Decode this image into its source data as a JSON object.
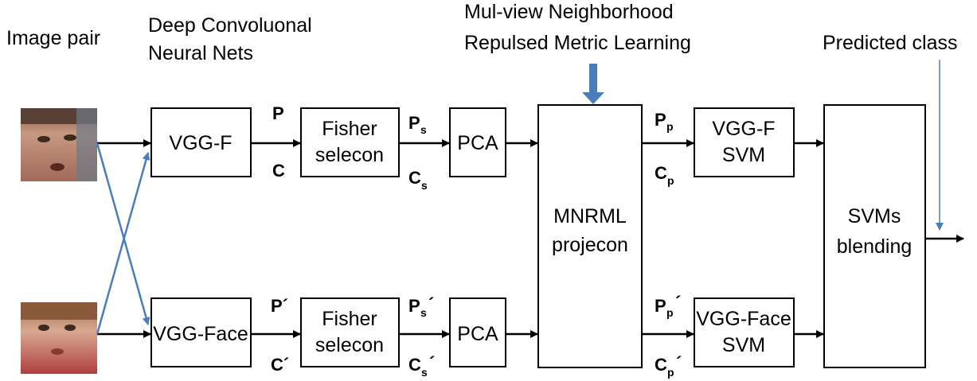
{
  "headers": {
    "image_pair": "Image pair",
    "dcnn_line1": "Deep Convoluonal",
    "dcnn_line2": "Neural Nets",
    "mnrml_line1": "Mul-view Neighborhood",
    "mnrml_line2": "Repulsed Metric Learning",
    "predicted": "Predicted class"
  },
  "boxes": {
    "vggf": "VGG-F",
    "vggface": "VGG-Face",
    "fisher1_l1": "Fisher",
    "fisher1_l2": "selecon",
    "fisher2_l1": "Fisher",
    "fisher2_l2": "selecon",
    "pca1": "PCA",
    "pca2": "PCA",
    "mnrml_l1": "MNRML",
    "mnrml_l2": "projecon",
    "svm1_l1": "VGG-F",
    "svm1_l2": "SVM",
    "svm2_l1": "VGG-Face",
    "svm2_l2": "SVM",
    "blend_l1": "SVMs",
    "blend_l2": "blending"
  },
  "symbols": {
    "p": "P",
    "c": "C",
    "p_prime": "P´",
    "c_prime": "C´",
    "s": "s",
    "prime": "´",
    "p_sub": "p"
  },
  "colors": {
    "cross_arrow": "#4a7ebb",
    "feedback_arrow": "#4a7ebb"
  },
  "icons": {
    "face_top": "adult-face-photo",
    "face_bottom": "child-face-photo"
  }
}
